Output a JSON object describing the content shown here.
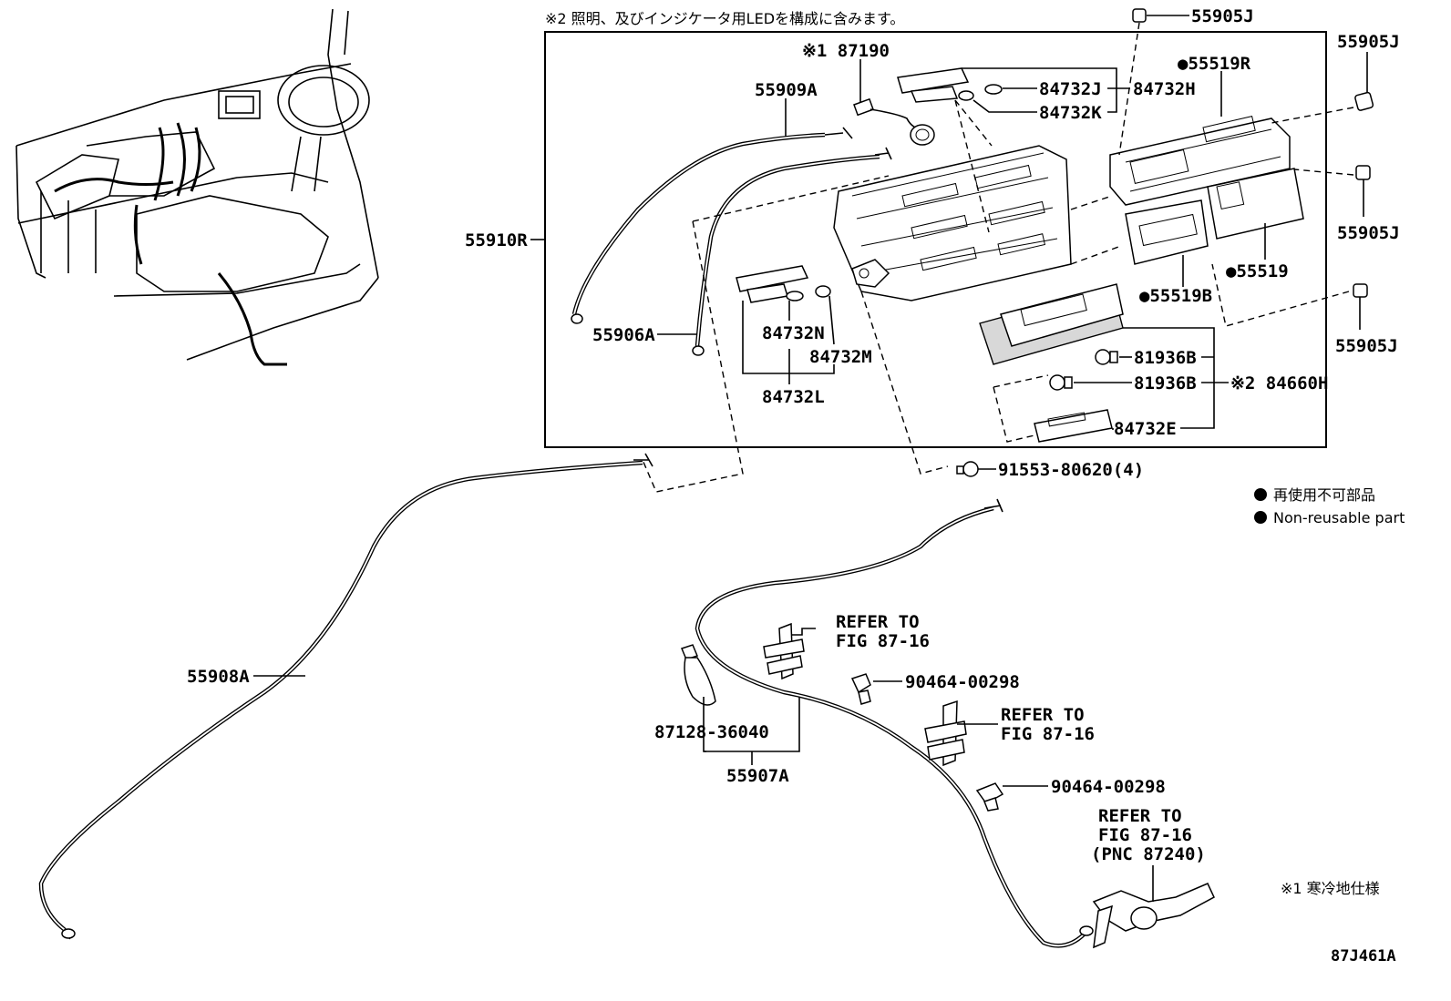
{
  "header_note": "※2 照明、及びインジケータ用LEDを構成に含みます。",
  "figure_id": "87J461A",
  "legend": {
    "jp": "再使用不可部品",
    "en": "Non-reusable part"
  },
  "footnote1": "※1 寒冷地仕様",
  "parts": {
    "p55905J_top": "55905J",
    "p55905J_r1": "55905J",
    "p55905J_r2": "55905J",
    "p55905J_r3": "55905J",
    "p87190": "※1 87190",
    "p55909A": "55909A",
    "p84732J": "84732J",
    "p84732H": "84732H",
    "p84732K": "84732K",
    "p55519R": "●55519R",
    "p55910R": "55910R",
    "p55519": "●55519",
    "p55519B": "●55519B",
    "p55906A": "55906A",
    "p84732N": "84732N",
    "p84732M": "84732M",
    "p84732L": "84732L",
    "p81936B_1": "81936B",
    "p81936B_2": "81936B",
    "p84660H": "※2 84660H",
    "p84732E": "84732E",
    "p91553": "91553-80620(4)",
    "p55908A": "55908A",
    "p87128": "87128-36040",
    "p55907A": "55907A",
    "p90464_1": "90464-00298",
    "p90464_2": "90464-00298"
  },
  "refers": {
    "r1_line1": "REFER TO",
    "r1_line2": "FIG 87-16",
    "r2_line1": "REFER TO",
    "r2_line2": "FIG 87-16",
    "r3_line1": "REFER TO",
    "r3_line2": "FIG 87-16",
    "r3_line3": "(PNC 87240)"
  },
  "colors": {
    "ink": "#000000",
    "background": "#ffffff"
  }
}
